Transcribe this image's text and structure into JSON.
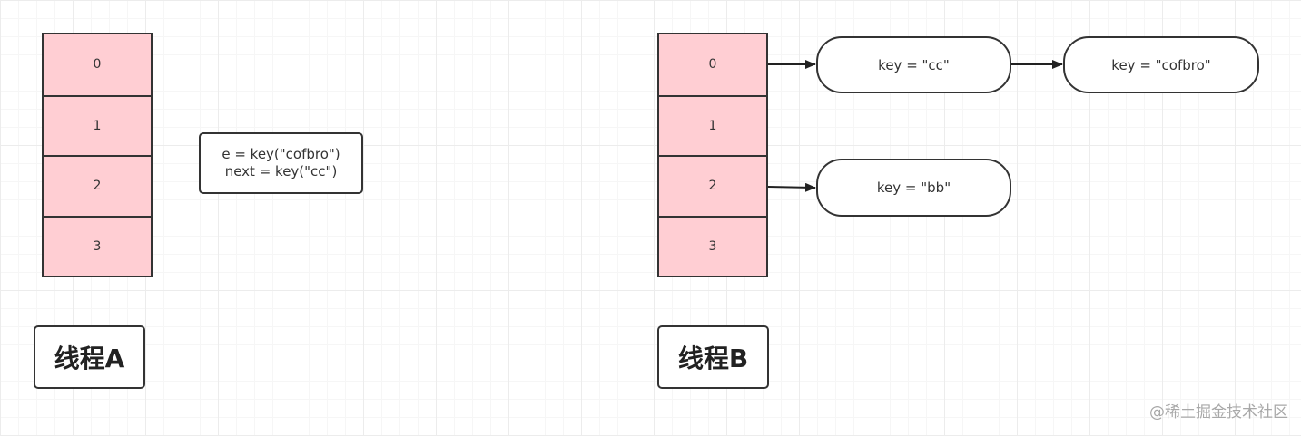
{
  "array_a": [
    "0",
    "1",
    "2",
    "3"
  ],
  "array_b": [
    "0",
    "1",
    "2",
    "3"
  ],
  "info_box": {
    "line1": "e = key(\"cofbro\")",
    "line2": "next = key(\"cc\")"
  },
  "nodes": {
    "node_cc": "key = \"cc\"",
    "node_cofbro": "key = \"cofbro\"",
    "node_bb": "key = \"bb\""
  },
  "labels": {
    "thread_a": "线程A",
    "thread_b": "线程B"
  },
  "watermark": "@稀土掘金技术社区",
  "colors": {
    "cell_fill": "#ffced3",
    "stroke": "#333333"
  }
}
